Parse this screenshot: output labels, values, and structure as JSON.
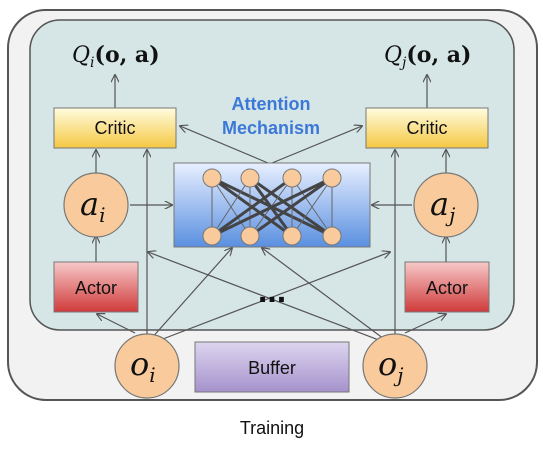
{
  "q_left": {
    "sym": "Q",
    "sub": "i",
    "args": "(o, a)"
  },
  "q_right": {
    "sym": "Q",
    "sub": "j",
    "args": "(o, a)"
  },
  "critic_left": "Critic",
  "critic_right": "Critic",
  "attention_line1": "Attention",
  "attention_line2": "Mechanism",
  "action_left": {
    "sym": "a",
    "sub": "i"
  },
  "action_right": {
    "sym": "a",
    "sub": "j"
  },
  "actor_left": "Actor",
  "actor_right": "Actor",
  "ellipsis": "...",
  "obs_left": {
    "sym": "o",
    "sub": "i"
  },
  "obs_right": {
    "sym": "o",
    "sub": "j"
  },
  "buffer": "Buffer",
  "caption": "Training",
  "colors": {
    "outer_bg": "#f2f2f2",
    "inner_bg": "#d6e6e6",
    "critic_top": "#fffce0",
    "critic_bottom": "#f5c842",
    "actor_top": "#f7c9c9",
    "actor_bottom": "#d03a3a",
    "buffer_top": "#ddd5ef",
    "buffer_bottom": "#a592cc",
    "net_top": "#e8f0ff",
    "net_bottom": "#5a8fe0",
    "node": "#f9cb9c",
    "attention_text": "#3c78d8"
  }
}
